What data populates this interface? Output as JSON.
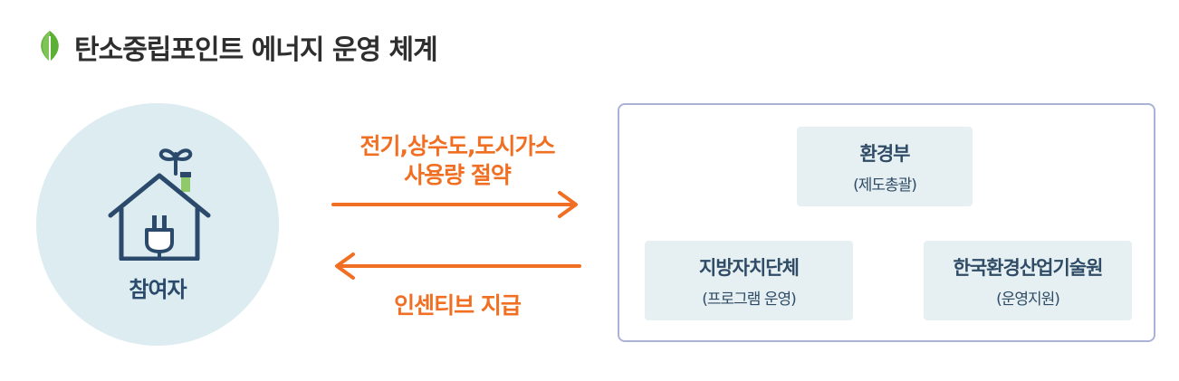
{
  "header": {
    "title": "탄소중립포인트 에너지 운영 체계"
  },
  "participant": {
    "label": "참여자"
  },
  "flows": {
    "to_system_line1": "전기,상수도,도시가스",
    "to_system_line2": "사용량 절약",
    "to_participant": "인센티브 지급"
  },
  "organizations": {
    "ministry": {
      "name": "환경부",
      "role": "(제도총괄)"
    },
    "local_gov": {
      "name": "지방자치단체",
      "role": "(프로그램 운영)"
    },
    "keiti": {
      "name": "한국환경산업기술원",
      "role": "(운영지원)"
    }
  },
  "colors": {
    "accent_orange": "#f06f22",
    "leaf_green": "#5bb035",
    "house_navy": "#2b4a6b",
    "circle_bg": "#dcecf0",
    "box_border": "#aab3d6",
    "card_bg": "#e6f0f3"
  },
  "icons": {
    "title": "leaf-icon",
    "participant": "house-plug-icon",
    "flow_right": "arrow-right-icon",
    "flow_left": "arrow-left-icon"
  }
}
